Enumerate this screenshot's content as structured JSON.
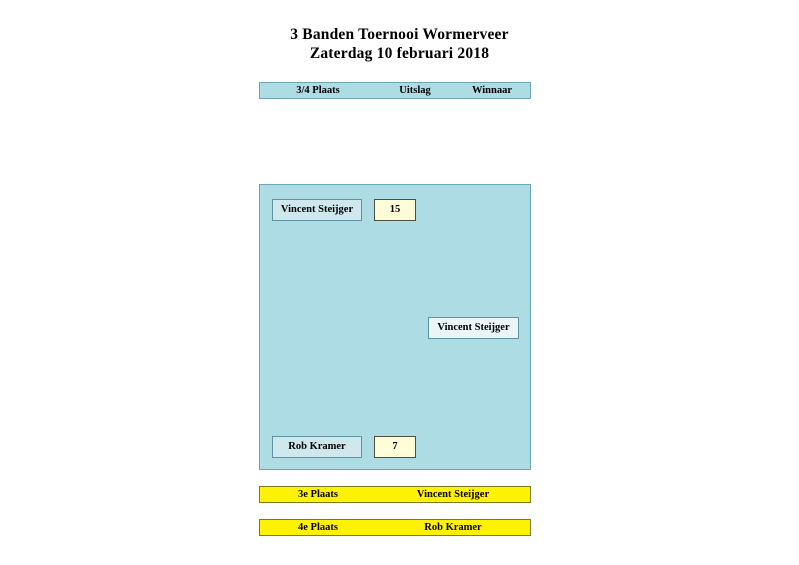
{
  "title": {
    "line1": "3 Banden Toernooi Wormerveer",
    "line2": "Zaterdag 10 februari 2018"
  },
  "header": {
    "col1": "3/4 Plaats",
    "col2": "Uitslag",
    "col3": "Winnaar"
  },
  "bracket": {
    "top": {
      "player": "Vincent Steijger",
      "score": "15"
    },
    "bottom": {
      "player": "Rob Kramer",
      "score": "7"
    },
    "winner": "Vincent Steijger"
  },
  "placements": [
    {
      "label": "3e Plaats",
      "name": "Vincent Steijger"
    },
    {
      "label": "4e Plaats",
      "name": "Rob Kramer"
    }
  ],
  "colors": {
    "panel_fill": "#ADDCE5",
    "panel_border": "#6FA6B3",
    "name_box_fill": "#CFE8EE",
    "score_box_fill": "#FFFCD8",
    "winner_box_fill": "#EAF5F8",
    "place_bar_fill": "#FFF200",
    "page_background": "#FFFFFF"
  }
}
